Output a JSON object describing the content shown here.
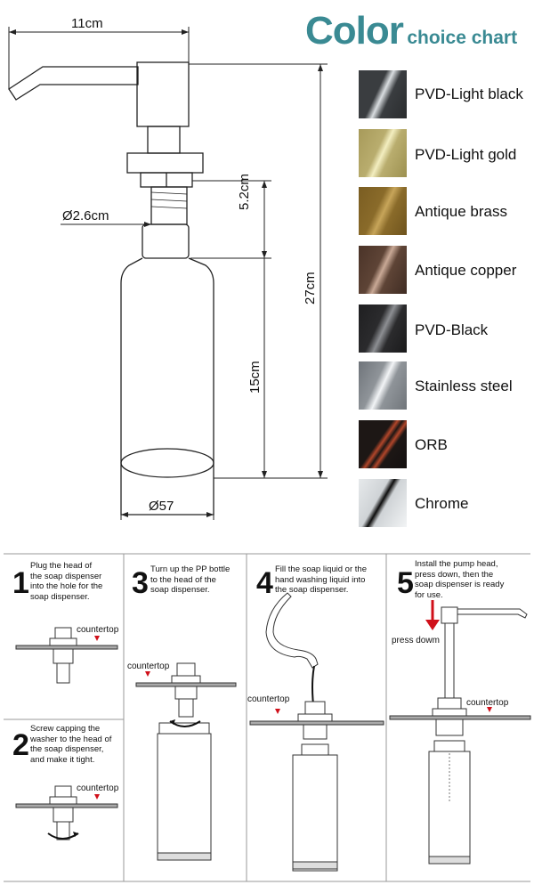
{
  "dimensions": {
    "spout_length": "11cm",
    "thread_diameter": "Ø2.6cm",
    "thread_length": "5.2cm",
    "total_height": "27cm",
    "bottle_height": "15cm",
    "bottle_diameter": "Ø57"
  },
  "color_chart": {
    "title_big": "Color",
    "title_small": "choice chart",
    "finishes": [
      {
        "label": "PVD-Light black",
        "color": "#3a3d40",
        "highlight": "#d9dde0"
      },
      {
        "label": "PVD-Light gold",
        "color": "#b9ad6e",
        "highlight": "#f3eec0"
      },
      {
        "label": "Antique brass",
        "color": "#8a6b2a",
        "highlight": "#c7a55a"
      },
      {
        "label": "Antique copper",
        "color": "#5e4436",
        "highlight": "#c9a996"
      },
      {
        "label": "PVD-Black",
        "color": "#2b2b2d",
        "highlight": "#8d8f93"
      },
      {
        "label": "Stainless steel",
        "color": "#8f9499",
        "highlight": "#f2f4f6"
      },
      {
        "label": "ORB",
        "color": "#1d1715",
        "highlight": "#b1462a"
      },
      {
        "label": "Chrome",
        "color": "#cfd3d6",
        "highlight": "#0d0d0d"
      }
    ]
  },
  "installation": {
    "steps": [
      {
        "number": "1",
        "text": [
          "Plug the head of",
          "the soap dispenser",
          "into the hole for the",
          "soap dispenser."
        ]
      },
      {
        "number": "2",
        "text": [
          "Screw capping the",
          "washer to the head of",
          "the soap dispenser,",
          "and make it tight."
        ]
      },
      {
        "number": "3",
        "text": [
          "Turn up the PP bottle",
          "to the head of the",
          "soap dispenser."
        ]
      },
      {
        "number": "4",
        "text": [
          "Fill the soap liquid or the",
          "hand washing liquid into",
          "the soap dispenser."
        ]
      },
      {
        "number": "5",
        "text": [
          "Install the pump head,",
          "press down, then the",
          "soap dispenser is ready",
          "for use."
        ]
      }
    ],
    "countertop_label": "countertop",
    "press_label": "press dowm"
  }
}
